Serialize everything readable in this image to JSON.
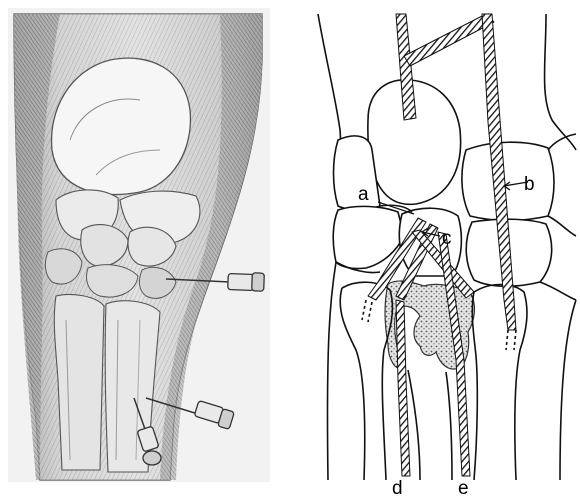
{
  "labels": {
    "a": "a",
    "b": "b",
    "c": "c",
    "d": "d",
    "e": "e"
  }
}
